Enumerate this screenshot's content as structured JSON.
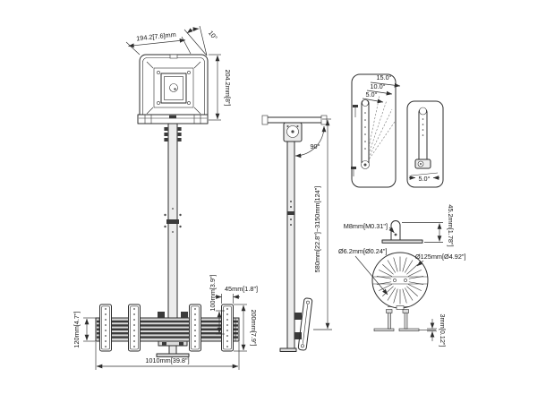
{
  "colors": {
    "line": "#2e2e2e",
    "rail_fill": "#d7d7d7",
    "rail_stripe": "#454545",
    "background": "#ffffff"
  },
  "top_view": {
    "width": "194.2[7.6]mm",
    "tilt_angle": "10°",
    "depth": "204.2mm[8\"]"
  },
  "front_view": {
    "rail_height": "120mm[4.7\"]",
    "vesa_spacing": "100mm[3.9\"]",
    "bracket_width": "45mm[1.8\"]",
    "bracket_height": "200mm[7.9\"]",
    "rail_length": "1010mm[39.8\"]"
  },
  "side_view": {
    "swivel_angle": "90°",
    "height_range": "580mm[22.8\"]~3150mm[124\"]"
  },
  "tilt_detail": {
    "angle_15": "15.0°",
    "angle_10": "10.0°",
    "angle_5": "5.0°",
    "angle_down": "5.0°"
  },
  "bolt_detail": {
    "thread": "M8mm[M0.31\"]",
    "length": "45.2mm[1.78\"]"
  },
  "plate_detail": {
    "slot_width": "Ø6.2mm[Ø0.24\"]",
    "diameter": "Ø125mm[Ø4.92\"]"
  },
  "strip_detail": {
    "thickness": "3mm[0.12\"]"
  }
}
